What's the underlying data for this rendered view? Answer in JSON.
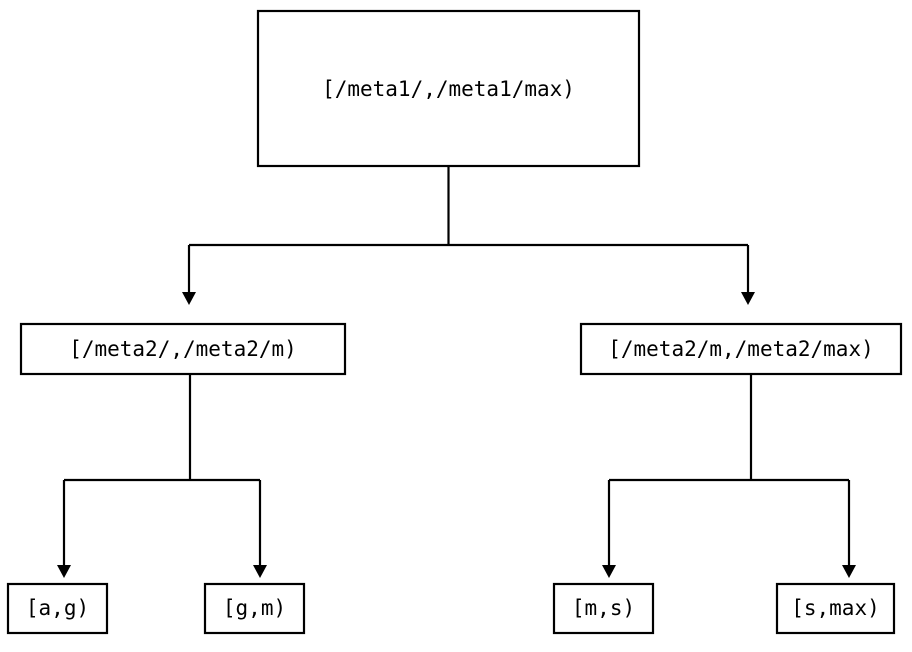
{
  "diagram": {
    "kind": "range-partition-tree",
    "orientation": "top-down",
    "background_color": "#ffffff",
    "line_color": "#000000",
    "text_color": "#000000",
    "nodes": {
      "root": {
        "label": "[/meta1/,/meta1/max)",
        "level": 0
      },
      "mid_left": {
        "label": "[/meta2/,/meta2/m)",
        "level": 1
      },
      "mid_right": {
        "label": "[/meta2/m,/meta2/max)",
        "level": 1
      },
      "leaf_1": {
        "label": "[a,g)",
        "level": 2
      },
      "leaf_2": {
        "label": "[g,m)",
        "level": 2
      },
      "leaf_3": {
        "label": "[m,s)",
        "level": 2
      },
      "leaf_4": {
        "label": "[s,max)",
        "level": 2
      }
    },
    "edges": [
      {
        "from": "root",
        "to": "mid_left",
        "arrow": "down"
      },
      {
        "from": "root",
        "to": "mid_right",
        "arrow": "down"
      },
      {
        "from": "mid_left",
        "to": "leaf_1",
        "arrow": "down"
      },
      {
        "from": "mid_left",
        "to": "leaf_2",
        "arrow": "down"
      },
      {
        "from": "mid_right",
        "to": "leaf_3",
        "arrow": "down"
      },
      {
        "from": "mid_right",
        "to": "leaf_4",
        "arrow": "down"
      }
    ]
  }
}
